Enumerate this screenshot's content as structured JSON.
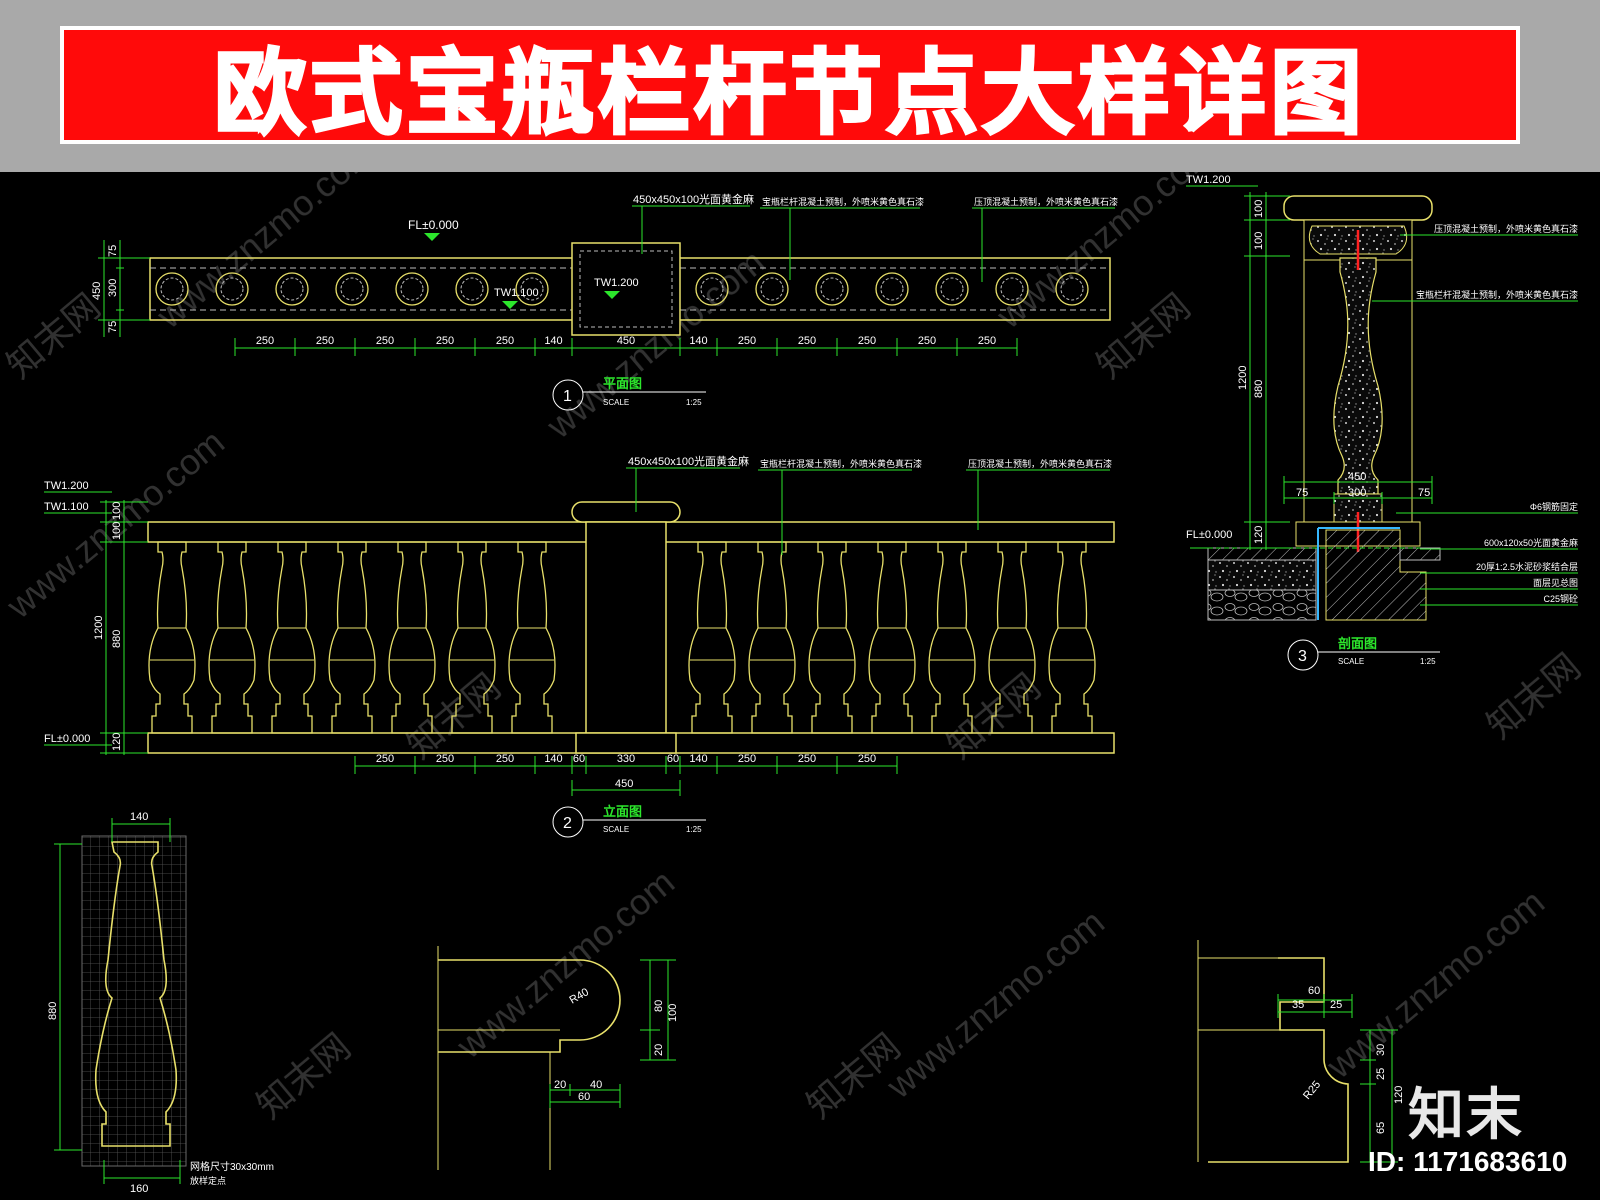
{
  "title": "欧式宝瓶栏杆节点大样详图",
  "watermark": "www.znzmo.com",
  "watermark_cn": "知末网",
  "logo": "知末",
  "image_id": "ID: 1171683610",
  "colors": {
    "title_bg": "#ff0a0a",
    "banner": "#a9a9a9",
    "yellow": "#e8e06a",
    "green": "#2ce62c",
    "white": "#ffffff",
    "red": "#ff2020"
  },
  "plan": {
    "level_fl": "FL±0.000",
    "level_tw1200": "TW1.200",
    "level_tw1100": "TW1.100",
    "callout_post": "450x450x100光面黄金麻",
    "callout_baluster": "宝瓶栏杆混凝土预制，外喷米黄色真石漆",
    "callout_top": "压顶混凝土预制，外喷米黄色真石漆",
    "vdims": [
      "75",
      "300",
      "75",
      "450"
    ],
    "hdims": [
      "250",
      "250",
      "250",
      "250",
      "250",
      "140",
      "450",
      "140",
      "250",
      "250",
      "250",
      "250",
      "250"
    ],
    "label_no": "1",
    "label": "平面图",
    "scale_word": "SCALE",
    "scale": "1:25"
  },
  "elev": {
    "level_tw1200": "TW1.200",
    "level_tw1100": "TW1.100",
    "level_fl": "FL±0.000",
    "callout_post": "450x450x100光面黄金麻",
    "callout_baluster": "宝瓶栏杆混凝土预制，外喷米黄色真石漆",
    "callout_top": "压顶混凝土预制，外喷米黄色真石漆",
    "vdims": [
      "100",
      "100",
      "880",
      "120",
      "1200"
    ],
    "hdims": [
      "250",
      "250",
      "250",
      "140",
      "60",
      "330",
      "60",
      "140",
      "250",
      "250",
      "250"
    ],
    "post_total": "450",
    "label_no": "2",
    "label": "立面图",
    "scale_word": "SCALE",
    "scale": "1:25"
  },
  "section": {
    "level_tw1200": "TW1.200",
    "level_fl": "FL±0.000",
    "vdims": [
      "100",
      "100",
      "880",
      "120",
      "1200"
    ],
    "wdims": [
      "450",
      "75",
      "300",
      "75"
    ],
    "notes": [
      "压顶混凝土预制，外喷米黄色真石漆",
      "宝瓶栏杆混凝土预制，外喷米黄色真石漆",
      "Φ6钢筋固定",
      "600x120x50光面黄金麻",
      "20厚1:2.5水泥砂浆结合层",
      "面层见总图",
      "C25钢砼"
    ],
    "label_no": "3",
    "label": "剖面图",
    "scale_word": "SCALE",
    "scale": "1:25"
  },
  "baluster_detail": {
    "width_top": "140",
    "height": "880",
    "width_bottom": "160",
    "note1": "网格尺寸30x30mm",
    "note2": "放样定点"
  },
  "cap_detail": {
    "radius": "R40",
    "v1": "80",
    "v2": "100",
    "v3": "20",
    "h1": "20",
    "h2": "40",
    "h3": "60"
  },
  "base_detail": {
    "top": "60",
    "t1": "35",
    "t2": "25",
    "radius": "R25",
    "v1": "30",
    "v2": "25",
    "v3": "120",
    "v4": "65"
  }
}
